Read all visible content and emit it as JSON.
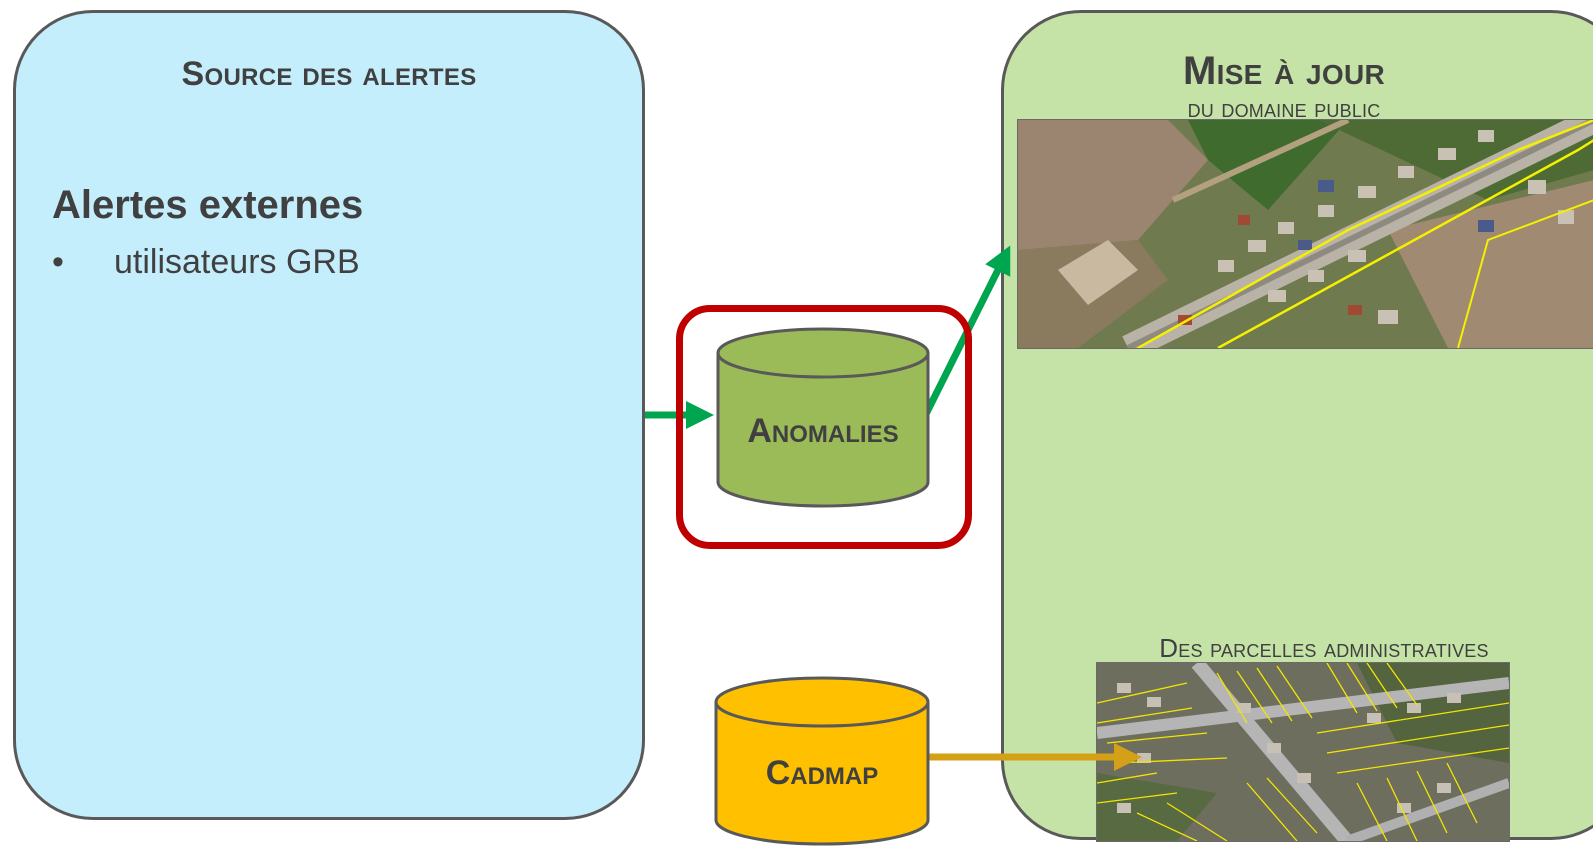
{
  "colors": {
    "source_fill": "#c5eefc",
    "update_fill": "#c5e3a6",
    "panel_border": "#595959",
    "anomalies_fill": "#9bbb59",
    "cadmap_fill": "#ffc000",
    "highlight_border": "#c00000",
    "green_arrow": "#00a550",
    "gold_arrow": "#d4a017",
    "text": "#404040"
  },
  "source_panel": {
    "title": "Source des alertes",
    "heading": "Alertes externes",
    "bullets": [
      "utilisateurs GRB"
    ]
  },
  "update_panel": {
    "title": "Mise à jour",
    "subtitle_domain": "du domaine public",
    "subtitle_parcels": "Des parcelles administratives"
  },
  "databases": {
    "anomalies": "Anomalies",
    "cadmap": "Cadmap"
  },
  "images": {
    "domain_public": "aerial-photo-road-overlay",
    "parcels": "aerial-photo-parcel-overlay"
  }
}
